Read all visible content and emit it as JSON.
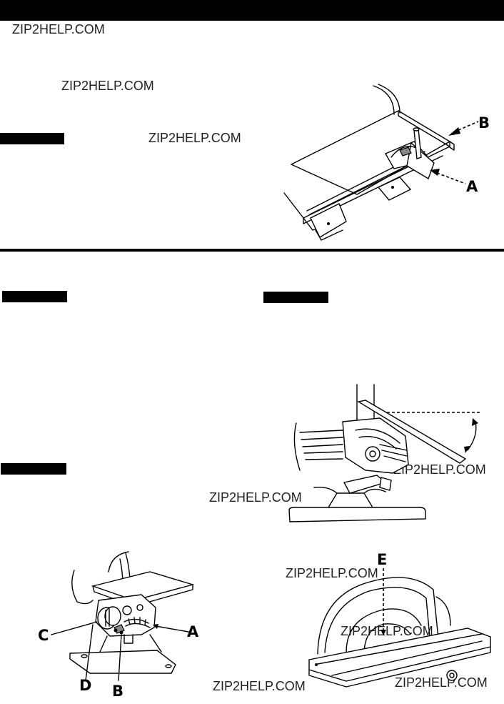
{
  "watermarks": [
    "ZIP2HELP.COM",
    "ZIP2HELP.COM",
    "ZIP2HELP.COM",
    "ZIP2HELP.COM",
    "ZIP2HELP.COM",
    "ZIP2HELP.COM",
    "ZIP2HELP.COM",
    "ZIP2HELP.COM",
    "ZIP2HELP.COM"
  ],
  "callouts": {
    "fig1_b": "B",
    "fig1_a": "A",
    "fig3_c": "C",
    "fig3_a": "A",
    "fig3_d": "D",
    "fig3_b": "B",
    "fig4_e": "E"
  },
  "colors": {
    "ink": "#000000",
    "paper": "#ffffff",
    "watermark": "#222222"
  }
}
